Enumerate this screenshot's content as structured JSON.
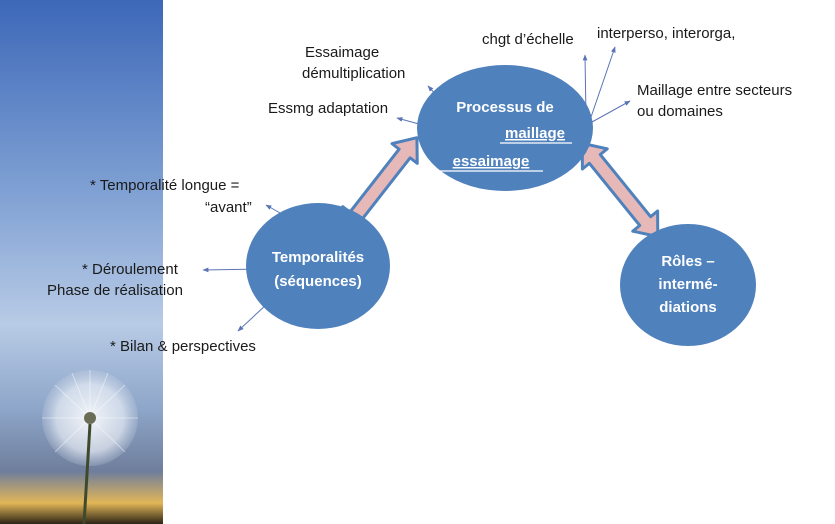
{
  "nodes": {
    "processus": {
      "line1": "Processus de",
      "line2": "maillage",
      "line3": "essaimage"
    },
    "temporalites": {
      "line1": "Temporalités",
      "line2": "(séquences)"
    },
    "roles": {
      "line1": "Rôles –",
      "line2": "intermé-",
      "line3": "diations"
    }
  },
  "annotations": {
    "essaimage_demult": {
      "line1": "Essaimage",
      "line2": "démultiplication"
    },
    "essmg_adaptation": "Essmg adaptation",
    "chgt_echelle": "chgt d’échelle",
    "interperso": "interperso, interorga,",
    "maillage_secteurs": {
      "line1": "Maillage entre secteurs",
      "line2": "ou domaines"
    },
    "temporalite_longue": {
      "line1": "* Temporalité longue =",
      "line2": "“avant”"
    },
    "deroulement": {
      "line1": "* Déroulement",
      "line2": "Phase de réalisation"
    },
    "bilan": "* Bilan & perspectives"
  },
  "colors": {
    "node_fill": "#4f81bd",
    "node_text": "#ffffff",
    "double_arrow_fill": "#e6b9b8",
    "double_arrow_stroke": "#4f81bd",
    "thin_arrow": "#5b74b4"
  }
}
